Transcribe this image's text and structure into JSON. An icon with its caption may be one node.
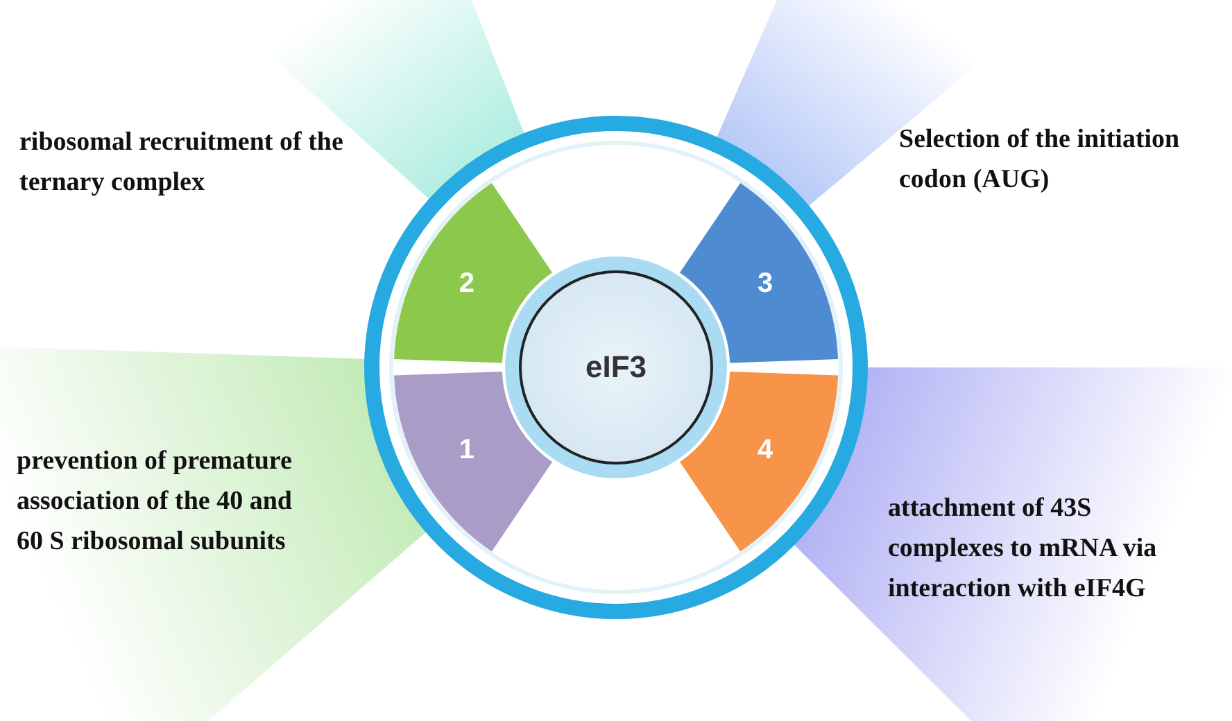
{
  "diagram": {
    "nodes": [
      {
        "text": [
          "eIF3"
        ]
      },
      {
        "text": [
          "2"
        ],
        "beside": [
          "ribosomal recruitment of the ternary complex"
        ]
      },
      {
        "text": [
          "3"
        ],
        "beside": [
          "Selection of the initiation codon (AUG)"
        ]
      },
      {
        "text": [
          "1"
        ],
        "beside": [
          "prevention of premature association of the 40 and 60 S ribosomal subunits"
        ]
      },
      {
        "text": [
          "4"
        ],
        "beside": [
          "attachment of 43S complexes to mRNA via interaction with eIF4G"
        ]
      }
    ]
  }
}
